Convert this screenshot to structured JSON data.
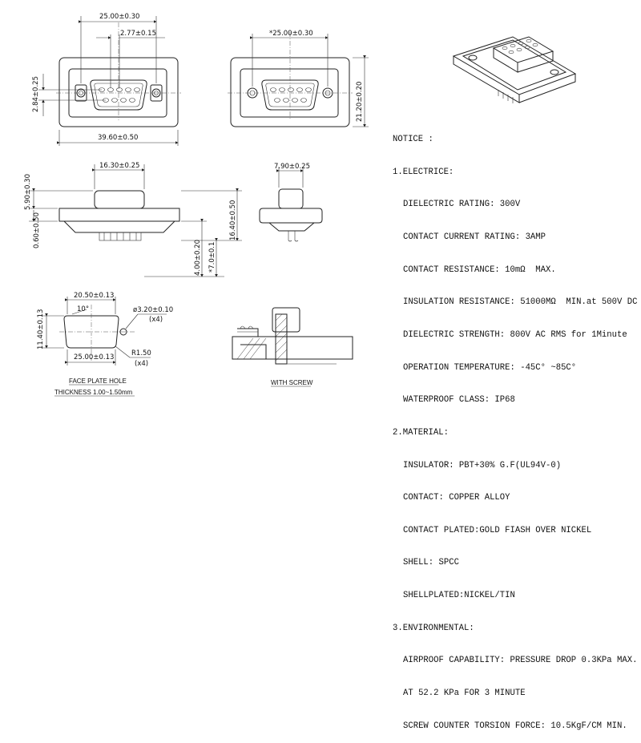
{
  "dims": {
    "front_width_inner": "25.00±0.30",
    "pin_pitch": "2.77±0.15",
    "left_offset": "2.84±0.25",
    "overall_width": "39.60±0.50",
    "height_right": "21.20±0.20",
    "screw_width": "*25.00±0.30",
    "body_width": "16.30±0.25",
    "height_left_top": "5.90±0.30",
    "height_left_bottom": "0.60±0.50",
    "side_height": "16.40±0.50",
    "pin_length": "4.00±0.20",
    "pin_total": "*7.0±0.1",
    "side_width": "7.90±0.25",
    "cutout_top": "20.50±0.13",
    "cutout_angle": "10°",
    "hole_dia": "ø3.20±0.10",
    "hole_qty": "(x4)",
    "cutout_height": "11.40±0.13",
    "cutout_bottom": "25.00±0.13",
    "radius": "R1.50",
    "radius_qty": "(x4)"
  },
  "captions": {
    "face_plate": "FACE PLATE HOLE",
    "thickness": "THICKNESS 1.00~1.50mm",
    "with_screw": "WITH SCREW"
  },
  "notice": {
    "title": "NOTICE :",
    "sections": [
      {
        "heading": "1.ELECTRICE:",
        "items": [
          "DIELECTRIC RATING: 300V",
          "CONTACT CURRENT RATING: 3AMP",
          "CONTACT RESISTANCE: 10mΩ  MAX.",
          "INSULATION RESISTANCE: 51000MΩ  MIN.at 500V DC",
          "DIELECTRIC STRENGTH: 800V AC RMS for 1Minute",
          "OPERATION TEMPERATURE: -45C° ~85C°",
          "WATERPROOF CLASS: IP68"
        ]
      },
      {
        "heading": "2.MATERIAL:",
        "items": [
          "INSULATOR: PBT+30% G.F(UL94V-0)",
          "CONTACT: COPPER ALLOY",
          "CONTACT PLATED:GOLD FIASH OVER NICKEL",
          "SHELL: SPCC",
          "SHELLPLATED:NICKEL/TIN"
        ]
      },
      {
        "heading": "3.ENVIRONMENTAL:",
        "items": [
          "AIRPROOF CAPABILITY: PRESSURE DROP 0.3KPa MAX.",
          "AT 52.2 KPa FOR 3 MINUTE",
          "SCREW COUNTER TORSION FORCE: 10.5KgF/CM MIN."
        ]
      }
    ]
  }
}
